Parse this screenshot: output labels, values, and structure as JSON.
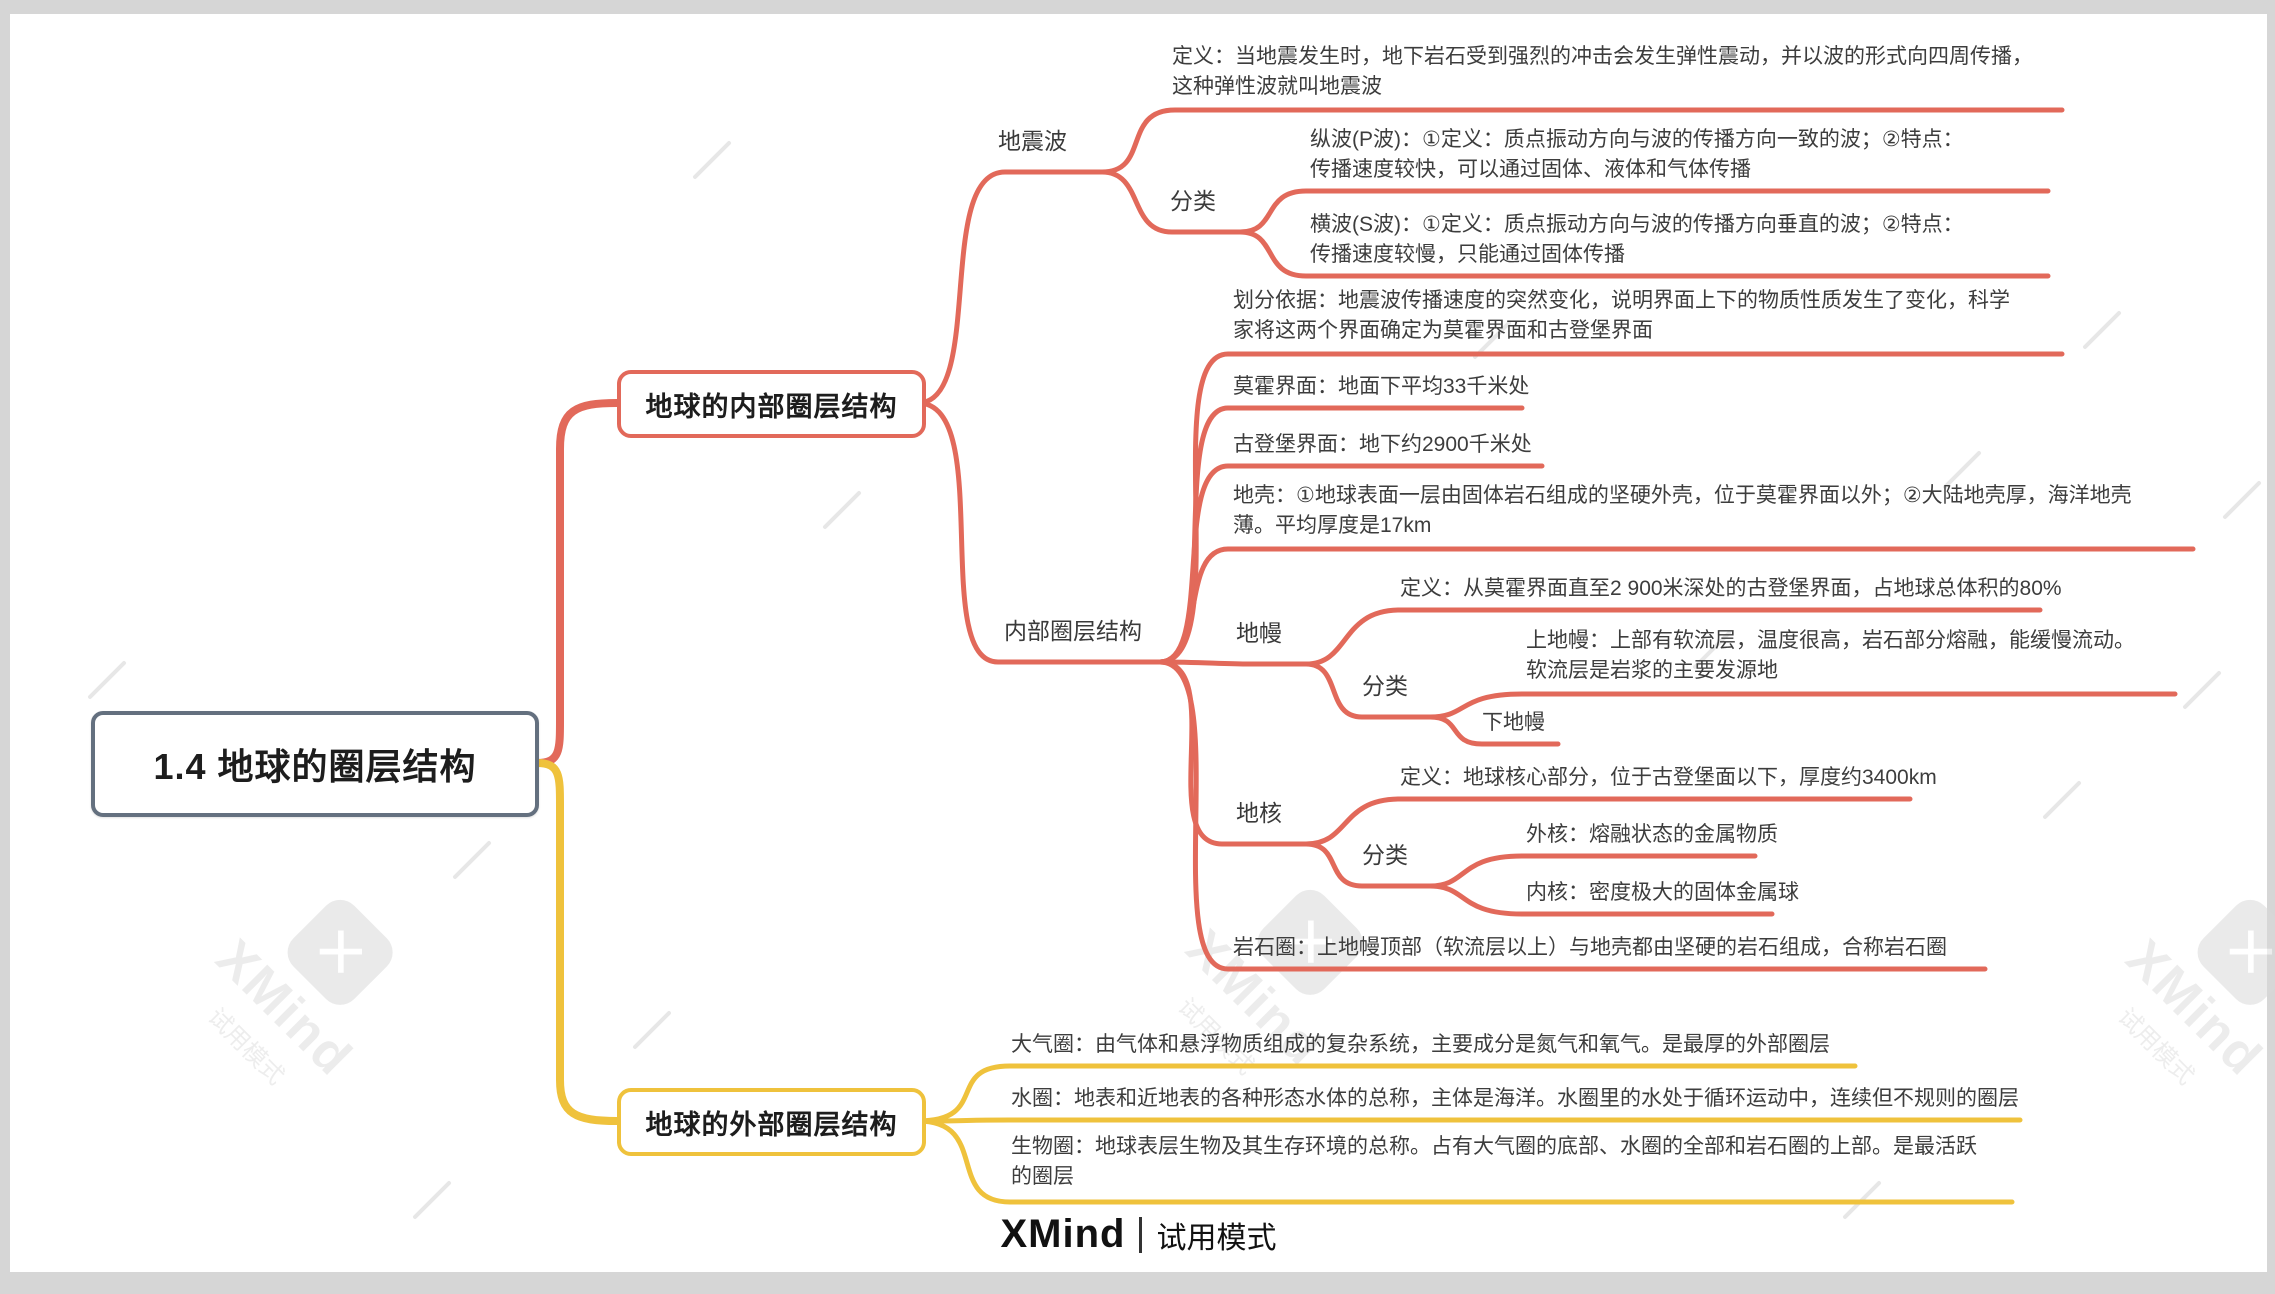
{
  "app": {
    "watermark_text": "XMind",
    "watermark_mode": "试用模式",
    "footer_brand": "XMind",
    "footer_divider": "|",
    "footer_mode": "试用模式"
  },
  "colors": {
    "inner_branch": "#e2695a",
    "outer_branch": "#efc23c",
    "root_border": "#64707f"
  },
  "root": {
    "title": "1.4 地球的圈层结构"
  },
  "inner": {
    "title": "地球的内部圈层结构",
    "seismic": {
      "label": "地震波",
      "definition": "定义：当地震发生时，地下岩石受到强烈的冲击会发生弹性震动，并以波的形式向四周传播，这种弹性波就叫地震波",
      "classification": {
        "label": "分类",
        "p_wave": "纵波(P波)：①定义：质点振动方向与波的传播方向一致的波；②特点：传播速度较快，可以通过固体、液体和气体传播",
        "s_wave": "横波(S波)：①定义：质点振动方向与波的传播方向垂直的波；②特点：传播速度较慢，只能通过固体传播"
      }
    },
    "structure": {
      "label": "内部圈层结构",
      "basis": "划分依据：地震波传播速度的突然变化，说明界面上下的物质性质发生了变化，科学家将这两个界面确定为莫霍界面和古登堡界面",
      "moho": "莫霍界面：地面下平均33千米处",
      "gutenberg": "古登堡界面：地下约2900千米处",
      "crust": "地壳：①地球表面一层由固体岩石组成的坚硬外壳，位于莫霍界面以外；②大陆地壳厚，海洋地壳薄。平均厚度是17km",
      "mantle": {
        "label": "地幔",
        "definition": "定义：从莫霍界面直至2 900米深处的古登堡界面，占地球总体积的80%",
        "classification": {
          "label": "分类",
          "upper": "上地幔：上部有软流层，温度很高，岩石部分熔融，能缓慢流动。软流层是岩浆的主要发源地",
          "lower": "下地幔"
        }
      },
      "core": {
        "label": "地核",
        "definition": "定义：地球核心部分，位于古登堡面以下，厚度约3400km",
        "classification": {
          "label": "分类",
          "outer": "外核：熔融状态的金属物质",
          "inner": "内核：密度极大的固体金属球"
        }
      },
      "lithosphere": "岩石圈：上地幔顶部（软流层以上）与地壳都由坚硬的岩石组成，合称岩石圈"
    }
  },
  "outer": {
    "title": "地球的外部圈层结构",
    "atmosphere": "大气圈：由气体和悬浮物质组成的复杂系统，主要成分是氮气和氧气。是最厚的外部圈层",
    "hydrosphere": "水圈：地表和近地表的各种形态水体的总称，主体是海洋。水圈里的水处于循环运动中，连续但不规则的圈层",
    "biosphere": "生物圈：地球表层生物及其生存环境的总称。占有大气圈的底部、水圈的全部和岩石圈的上部。是最活跃的圈层"
  }
}
